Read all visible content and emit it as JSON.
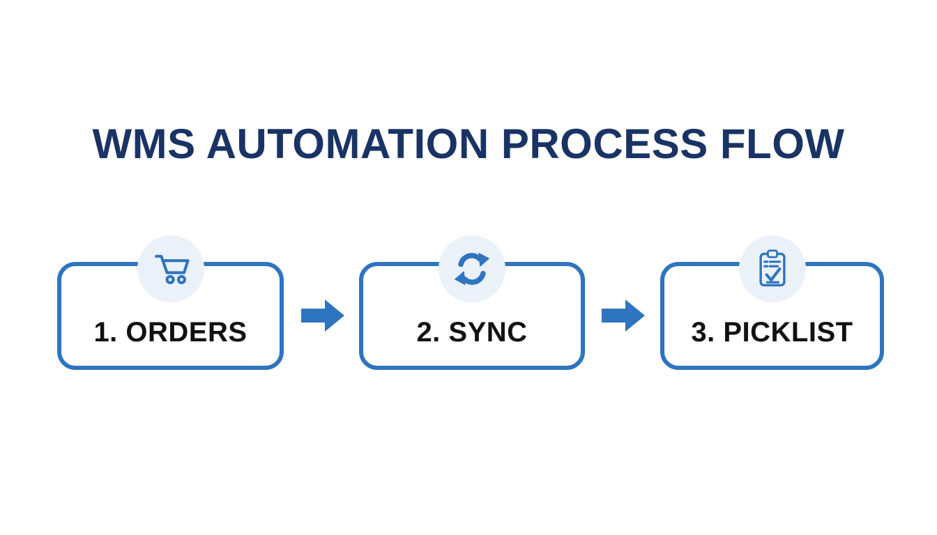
{
  "title": "WMS AUTOMATION PROCESS FLOW",
  "steps": [
    {
      "label": "1. ORDERS",
      "icon": "cart-icon"
    },
    {
      "label": "2. SYNC",
      "icon": "sync-icon"
    },
    {
      "label": "3. PICKLIST",
      "icon": "clipboard-icon"
    }
  ],
  "connectors": [
    {
      "icon": "arrow-right-icon",
      "from": "1. ORDERS",
      "to": "2. SYNC"
    },
    {
      "icon": "arrow-right-icon",
      "from": "2. SYNC",
      "to": "3. PICKLIST"
    }
  ],
  "colors": {
    "background": "#ffffff",
    "title_navy": "#1a3365",
    "accent_blue": "#2e74bf",
    "icon_circle_bg": "#ebf1f8",
    "label_black": "#111111"
  }
}
